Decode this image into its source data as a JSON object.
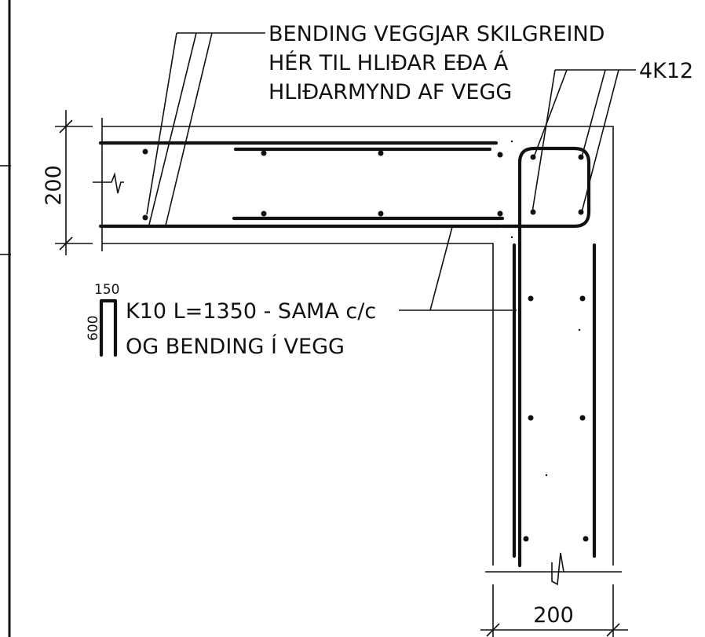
{
  "labels": {
    "wall_bending_note": [
      "BENDING VEGGJAR SKILGREIND",
      "HÉR TIL HLIÐAR EÐA Á",
      "HLIÐARMYND AF VEGG"
    ],
    "corner_bars": "4K12",
    "link_bar_note": [
      "K10 L=1350 - SAMA c/c",
      "OG BENDING Í VEGG"
    ]
  },
  "dimensions": {
    "wall_thickness_horizontal": "200",
    "wall_thickness_vertical": "200",
    "link_leg_top": "150",
    "link_leg_side": "600"
  }
}
